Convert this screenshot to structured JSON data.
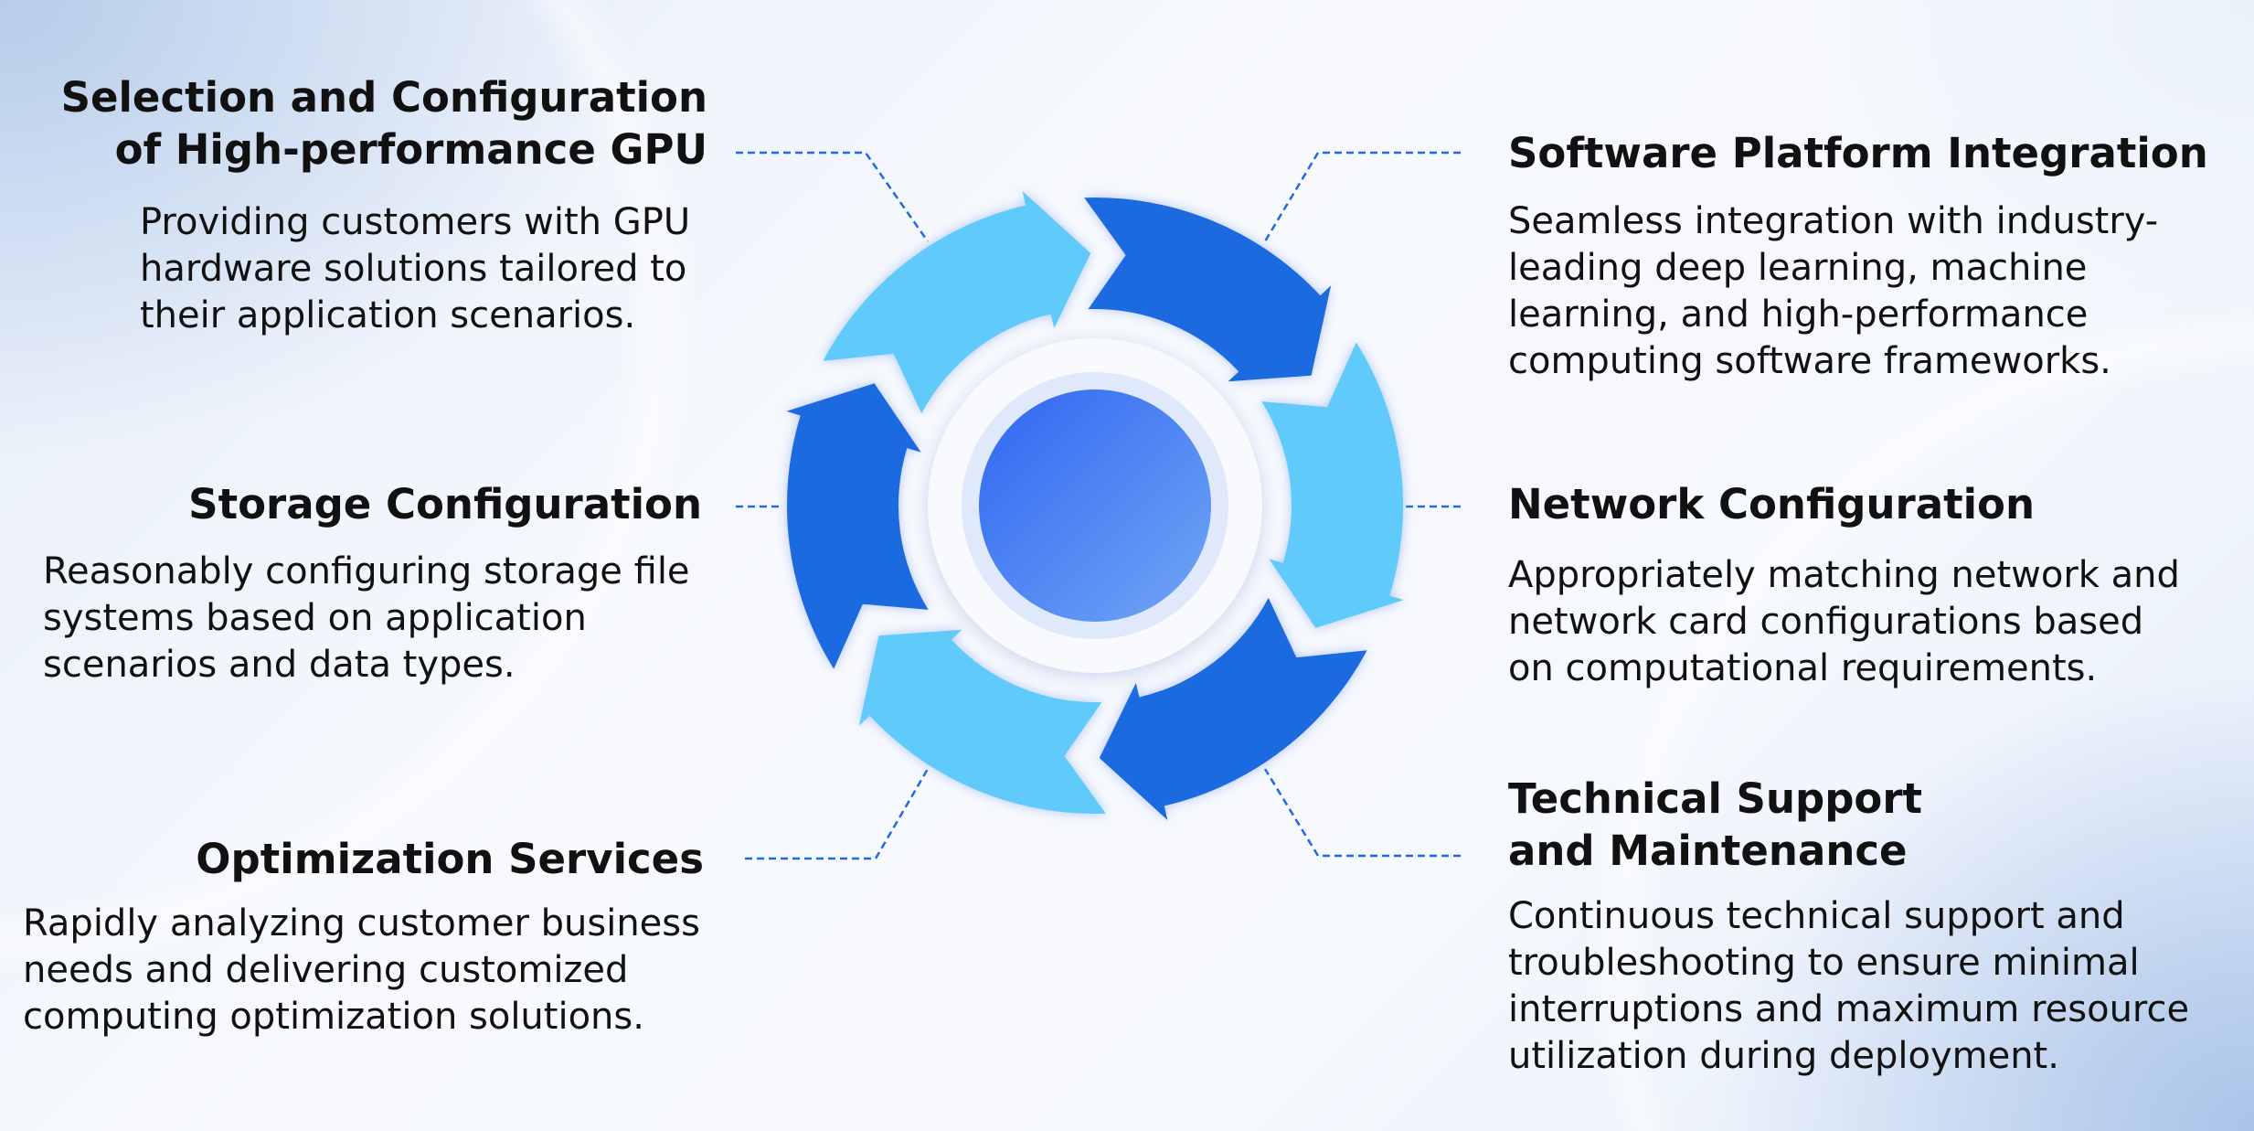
{
  "colors": {
    "light_arrow": "#60cbfa",
    "dark_arrow": "#1f6ae0",
    "center_start": "#2f66f0",
    "center_end": "#72a6f6",
    "connector": "#1f6ae0"
  },
  "items": [
    {
      "title": [
        "Selection and Configuration",
        "of High-performance GPU"
      ],
      "desc": [
        "Providing customers with GPU",
        "hardware solutions tailored to",
        "their application scenarios."
      ]
    },
    {
      "title": [
        "Storage Configuration"
      ],
      "desc": [
        "Reasonably configuring storage file",
        "systems based on application",
        "scenarios and data types."
      ]
    },
    {
      "title": [
        "Optimization Services"
      ],
      "desc": [
        "Rapidly analyzing customer business",
        "needs and delivering customized",
        "computing optimization solutions."
      ]
    },
    {
      "title": [
        "Software Platform Integration"
      ],
      "desc": [
        "Seamless integration with industry-",
        "leading deep learning, machine",
        "learning, and high-performance",
        "computing software frameworks."
      ]
    },
    {
      "title": [
        "Network Configuration"
      ],
      "desc": [
        "Appropriately matching network and",
        "network card configurations based",
        "on computational requirements."
      ]
    },
    {
      "title": [
        "Technical Support",
        "and Maintenance"
      ],
      "desc": [
        "Continuous technical support and",
        "troubleshooting to ensure minimal",
        "interruptions and maximum resource",
        "utilization during deployment."
      ]
    }
  ]
}
